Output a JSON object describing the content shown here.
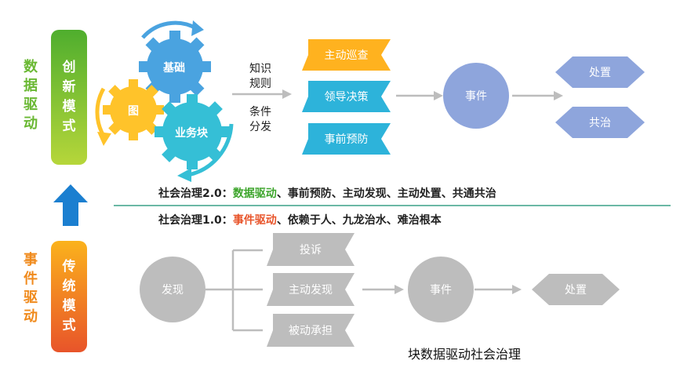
{
  "top": {
    "side_label": "数据驱动",
    "pill": "创新模式",
    "gears": {
      "base": "基础",
      "graph": "图",
      "business": "业务块"
    },
    "label_knowledge": "知识",
    "label_rules": "规则",
    "label_conditions": "条件",
    "label_dispatch": "分发",
    "boxes": [
      "主动巡查",
      "领导决策",
      "事前预防"
    ],
    "event": "事件",
    "outcomes": [
      "处置",
      "共治"
    ]
  },
  "middle": {
    "v2_prefix": "社会治理2.0：",
    "v2_highlight": "数据驱动",
    "v2_rest": "、事前预防、主动发现、主动处置、共通共治",
    "v1_prefix": "社会治理1.0：",
    "v1_highlight": "事件驱动",
    "v1_rest": "、依赖于人、九龙治水、难治根本"
  },
  "bottom": {
    "side_label": "事件驱动",
    "pill": "传统模式",
    "discover": "发现",
    "boxes": [
      "投诉",
      "主动发现",
      "被动承担"
    ],
    "event": "事件",
    "outcome": "处置"
  },
  "caption": "块数据驱动社会治理",
  "colors": {
    "green": "#6ab833",
    "orange": "#f08a1c",
    "red_orange": "#e8542a",
    "blue": "#1b7fd0",
    "cyan": "#2eb8d9",
    "teal_line": "#3aa187",
    "periwinkle": "#8ea5dc",
    "gray": "#bdbdbd",
    "gear_blue": "#4aa3e0",
    "gear_yellow": "#ffc32a",
    "gear_cyan": "#35bfd6"
  }
}
